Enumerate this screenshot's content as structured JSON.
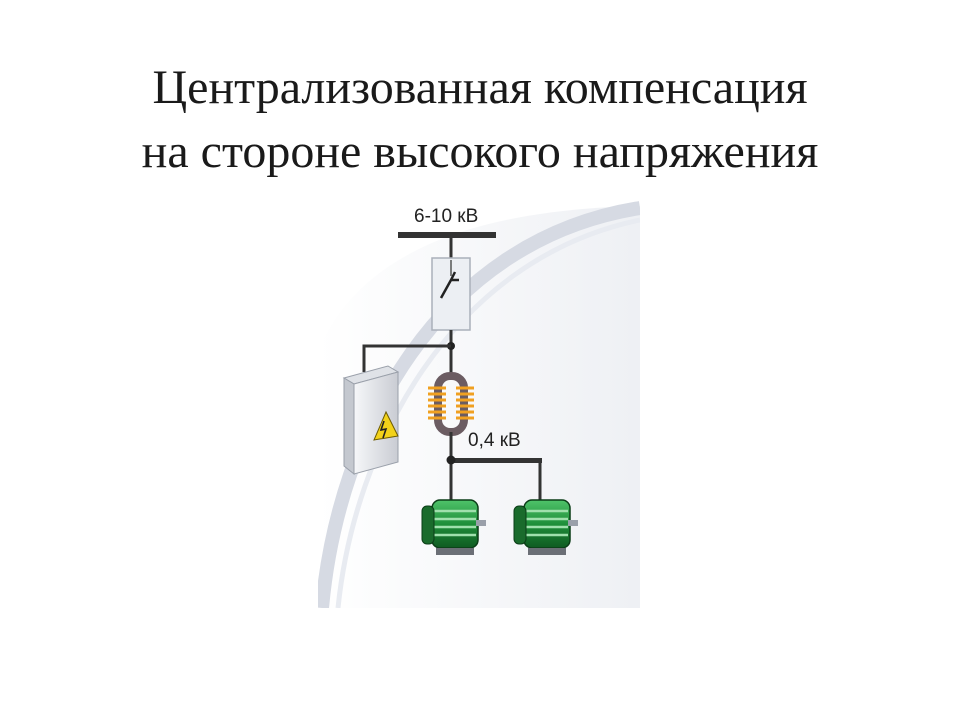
{
  "slide": {
    "title_line1": "Централизованная компенсация",
    "title_line2": "на стороне высокого напряжения"
  },
  "diagram": {
    "hv_label": "6-10 кВ",
    "lv_label": "0,4 кВ",
    "colors": {
      "line": "#333333",
      "transformer_coil": "#f0a020",
      "transformer_core": "#6b5c62",
      "motor": "#1f8f3a",
      "warning": "#f2d21a"
    }
  }
}
